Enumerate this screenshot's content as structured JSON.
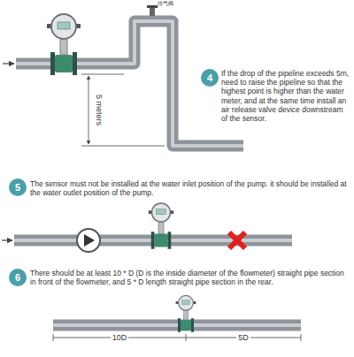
{
  "diagram": {
    "nodes": [
      {
        "text": [
          "4"
        ]
      },
      {
        "text": [
          "5"
        ]
      },
      {
        "text": [
          "6"
        ]
      }
    ],
    "labels": [
      "排气阀",
      "If the drop of the pipeline exceeds 5m, need to raise the pipeline so that the highest point is higher than the water meter, and at the same time install an air release valve device downstream of the sensor.",
      "5 meters",
      "The sensor must not be installed at the water inlet position of the pump. it should be installed at the water outlet position of the pump.",
      "There should be at least 10 * D (D is the inside diameter of the flowmeter) straight pipe section in front of the flowmeter, and 5 * D length straight pipe section in the rear.",
      "10D",
      "5D"
    ]
  }
}
